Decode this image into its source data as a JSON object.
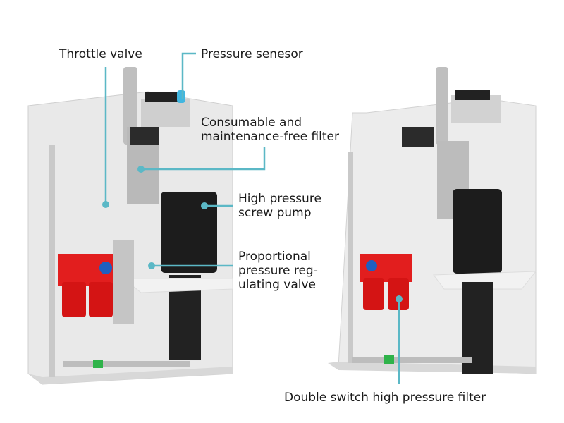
{
  "title": "Hydraulic power unit component diagram",
  "accent_color": "#5bb8c6",
  "labels": {
    "throttle_valve": "Throttle valve",
    "pressure_sensor": "Pressure senesor",
    "filter_line1": "Consumable and",
    "filter_line2": "maintenance-free filter",
    "pump_line1": "High pressure",
    "pump_line2": "screw pump",
    "valve_line1": "Proportional",
    "valve_line2": "pressure reg-",
    "valve_line3": "ulating valve",
    "double_filter": "Double switch high pressure filter"
  }
}
